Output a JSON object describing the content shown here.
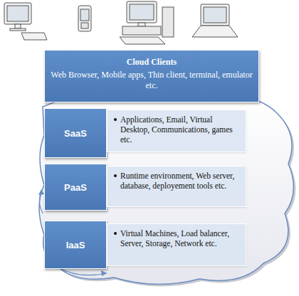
{
  "diagram": {
    "nodes": [
      {
        "text": [
          "Cloud Clients",
          "Web Browser, Mobile apps, Thin client, terminal, emulator etc."
        ]
      },
      {
        "text": [
          "SaaS"
        ]
      },
      {
        "text": [
          "Applications, Email, Virtual Desktop, Communications, games etc."
        ]
      },
      {
        "text": [
          "PaaS"
        ]
      },
      {
        "text": [
          "Runtime environment, Web server, database, deployement tools etc."
        ]
      },
      {
        "text": [
          "IaaS"
        ]
      },
      {
        "text": [
          "Virtual Machines, Load balancer, Server, Storage, Network etc."
        ]
      }
    ]
  }
}
